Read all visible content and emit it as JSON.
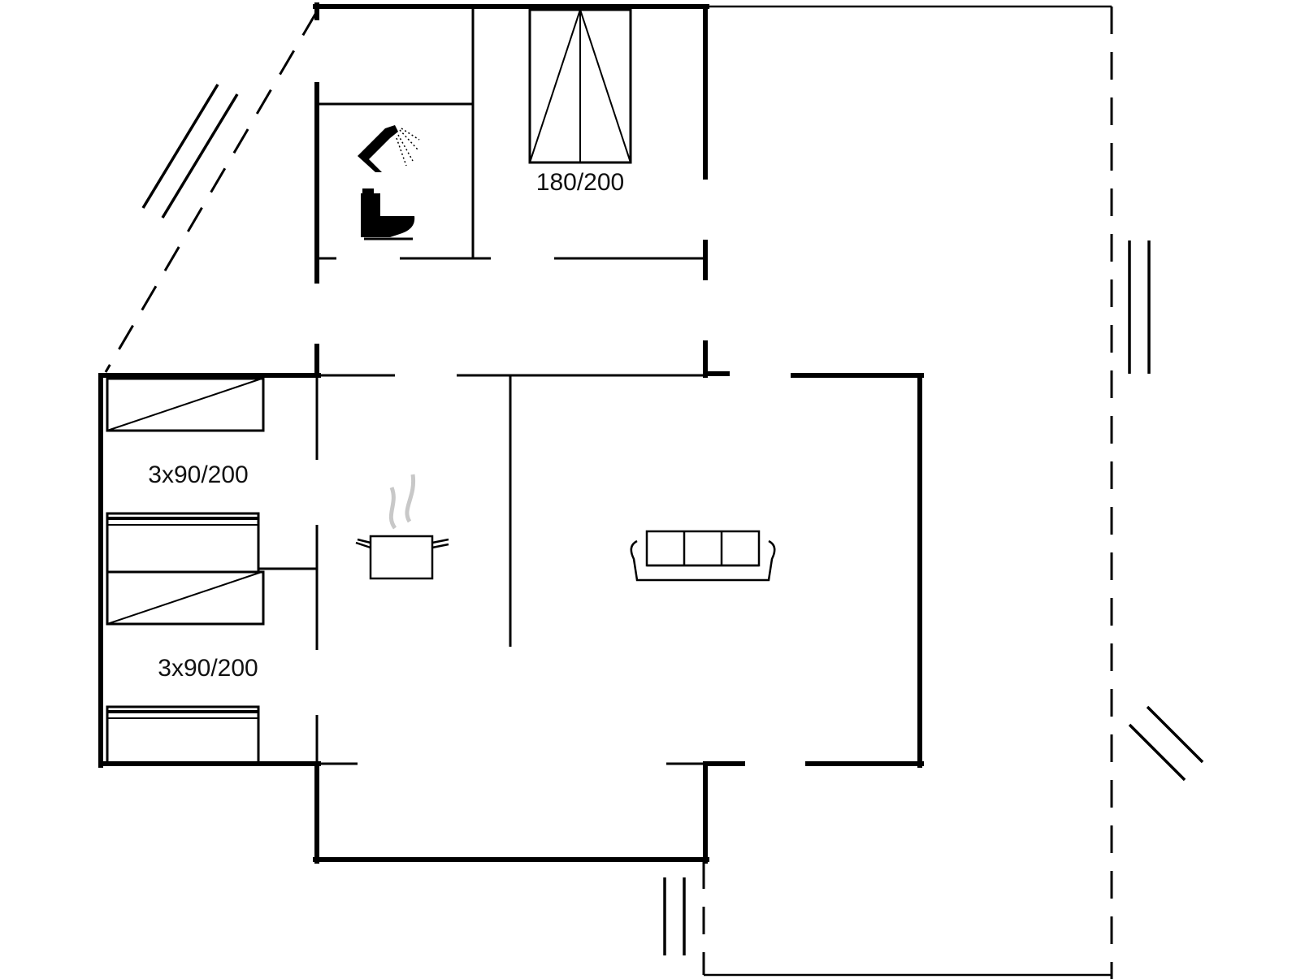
{
  "floorplan": {
    "bed_double_label": "180/200",
    "bunk_label_upper": "3x90/200",
    "bunk_label_lower": "3x90/200",
    "icons": [
      "shower-icon",
      "toilet-icon",
      "cooking-pot-icon",
      "sofa-icon",
      "bed-icon",
      "bunk-bed-icon",
      "window-icon"
    ],
    "colors": {
      "line": "#000000",
      "background": "#ffffff",
      "steam": "#c8c8c8"
    }
  }
}
